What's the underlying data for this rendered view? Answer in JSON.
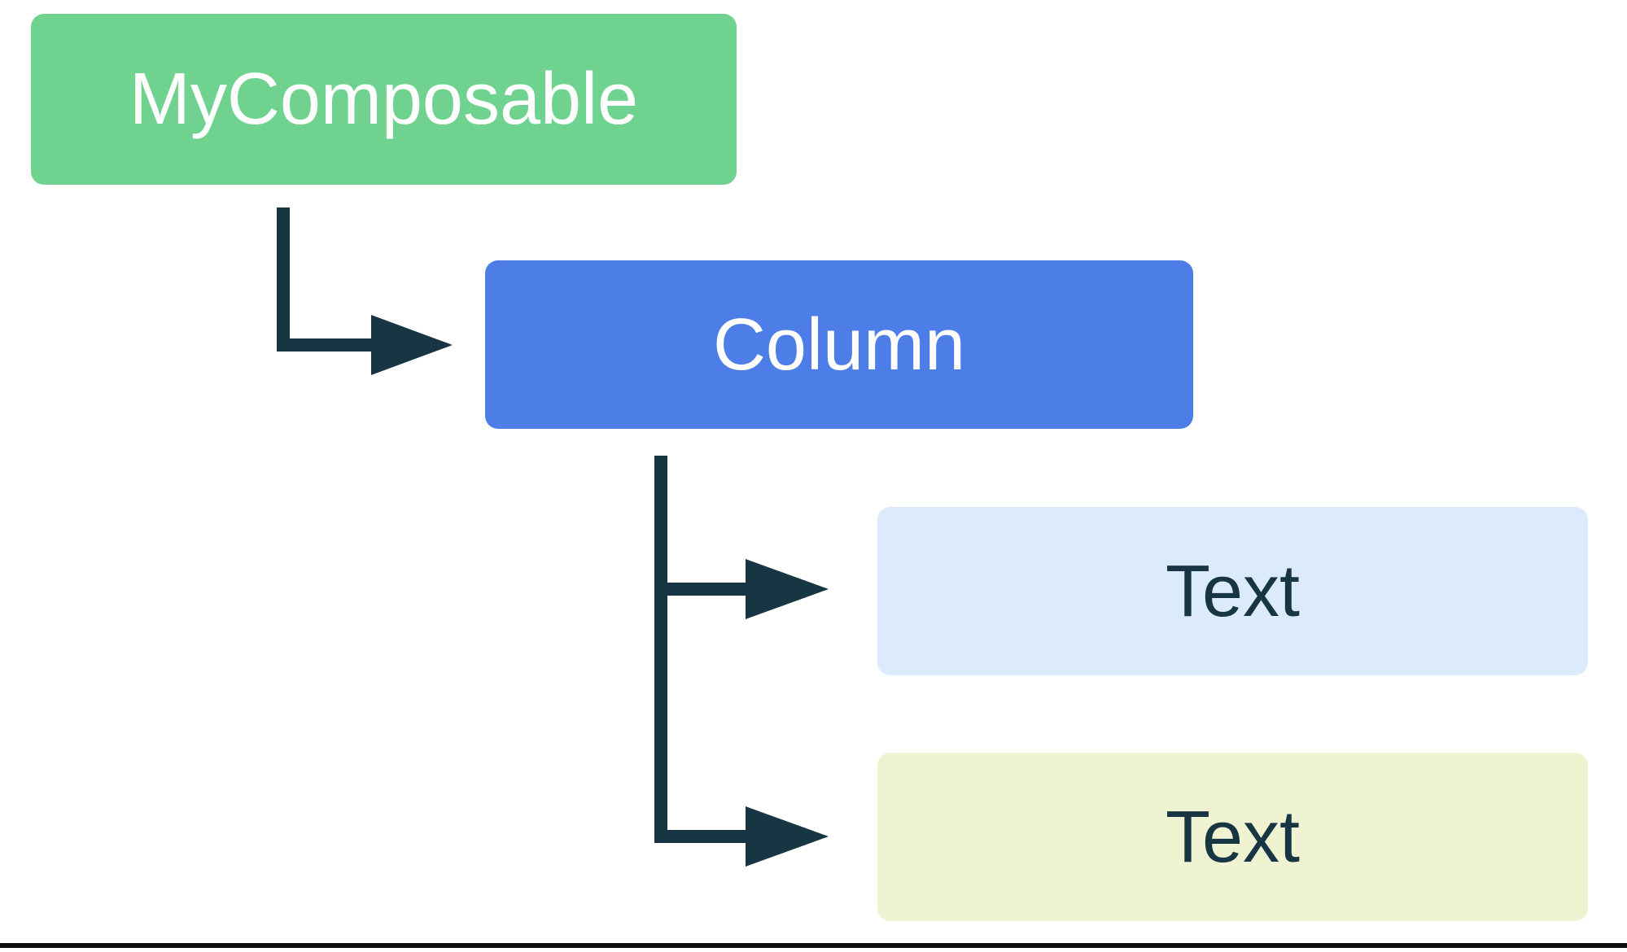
{
  "diagram": {
    "description": "UI hierarchy tree diagram",
    "nodes": [
      {
        "id": "my-composable",
        "label": "MyComposable",
        "fill_color_name": "node-green",
        "fill": "#6fd38f",
        "text_color": "#ffffff"
      },
      {
        "id": "column",
        "label": "Column",
        "fill_color_name": "node-blue",
        "fill": "#4d7ee8",
        "text_color": "#ffffff"
      },
      {
        "id": "text-1",
        "label": "Text",
        "fill_color_name": "node-lightblue",
        "fill": "#dcebfb",
        "text_color": "#183544"
      },
      {
        "id": "text-2",
        "label": "Text",
        "fill_color_name": "node-cream",
        "fill": "#eff3d1",
        "text_color": "#183544"
      }
    ],
    "edges": [
      {
        "from": "my-composable",
        "to": "column",
        "style": "elbow-arrow"
      },
      {
        "from": "column",
        "to": "text-1",
        "style": "elbow-arrow"
      },
      {
        "from": "column",
        "to": "text-2",
        "style": "elbow-arrow"
      }
    ],
    "colors": {
      "node-green": "#6fd38f",
      "node-blue": "#4d7ee8",
      "node-lightblue": "#dcebfb",
      "node-cream": "#eff3d1",
      "label-light": "#ffffff",
      "label-dark": "#183544",
      "connector": "#183544",
      "background": "#ffffff",
      "bottom-border": "#0e0f10"
    }
  }
}
